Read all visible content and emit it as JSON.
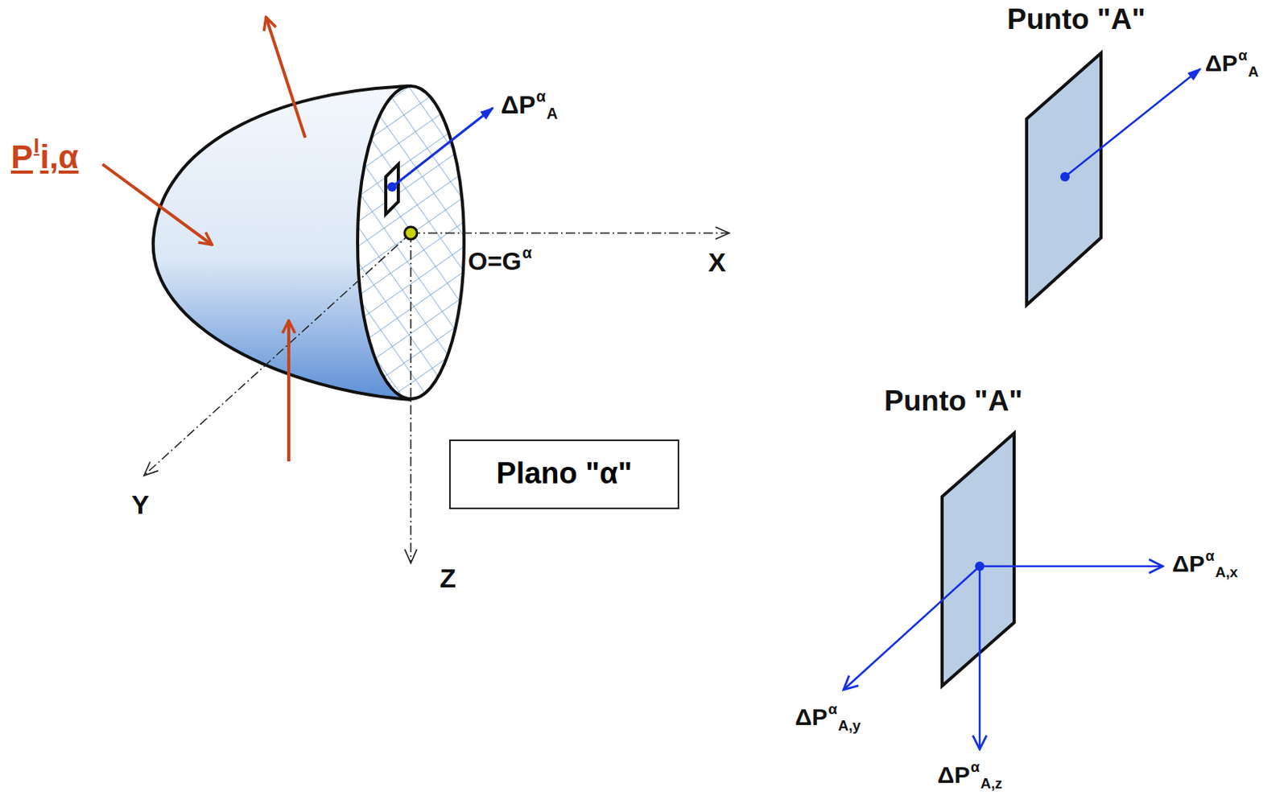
{
  "diagram": {
    "nodes": [
      {
        "text": [
          "Plano \"α\""
        ]
      }
    ],
    "labels": [
      "P",
      "I",
      "i,α",
      "ΔP",
      "α",
      "A",
      "O=G",
      "α",
      "X",
      "Y",
      "Z",
      "Punto \"A\"",
      "ΔP",
      "α",
      "A",
      "Punto \"A\"",
      "ΔP",
      "α",
      "A,x",
      "ΔP",
      "α",
      "A,y",
      "ΔP",
      "α",
      "A,z"
    ]
  }
}
